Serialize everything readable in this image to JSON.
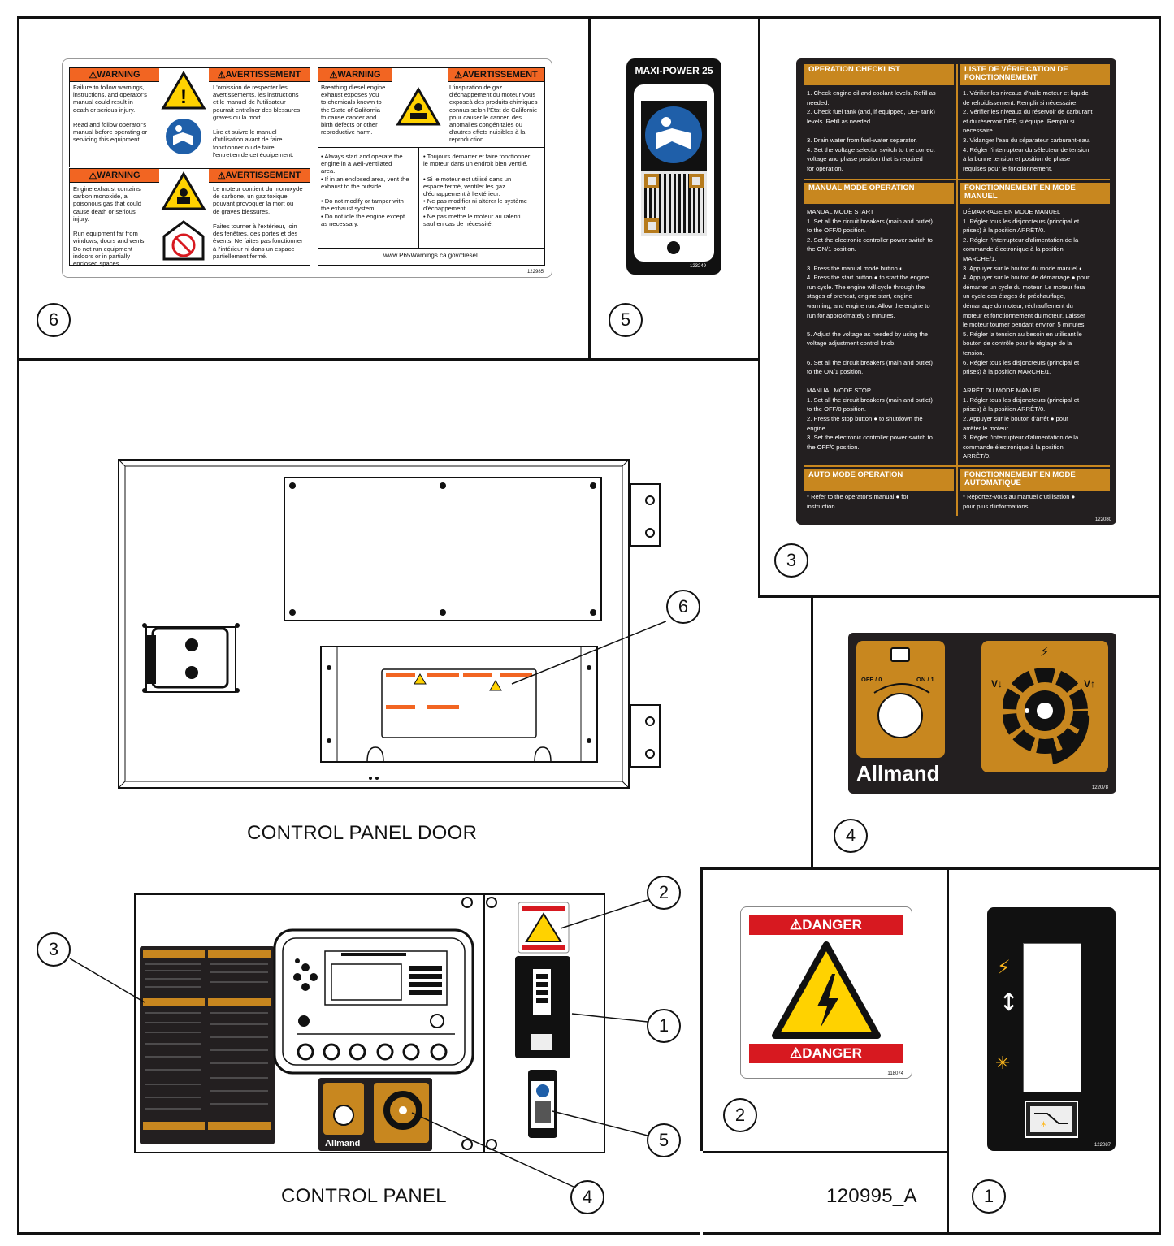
{
  "figure_id": "120995_A",
  "callouts": [
    "1",
    "2",
    "3",
    "4",
    "5",
    "6"
  ],
  "captions": {
    "door": "CONTROL PANEL DOOR",
    "panel": "CONTROL PANEL"
  },
  "warning_decal": {
    "part_no": "122985",
    "url": "www.P65Warnings.ca.gov/diesel.",
    "blocks": [
      {
        "head": "WARNING",
        "text": "Failure to follow warnings,\ninstructions, and operator's\nmanual could result in\ndeath or serious injury.\n\nRead and follow operator's\nmanual before operating or\nservicing this equipment."
      },
      {
        "head": "AVERTISSEMENT",
        "text": "L'omission de respecter les\navertissements, les instructions\net le manuel de l'utilisateur\npourrait entraîner des blessures\ngraves ou la mort.\n\nLire et suivre le manuel\nd'utilisation avant de faire\nfonctionner ou de faire\nl'entretien de cet équipement."
      },
      {
        "head": "WARNING",
        "text": "Engine exhaust contains\ncarbon monoxide, a\npoisonous gas that could\ncause death or serious\ninjury.\n\nRun equipment far from\nwindows, doors and vents.\nDo not run equipment\nindoors or in partially\nenclosed spaces."
      },
      {
        "head": "AVERTISSEMENT",
        "text": "Le moteur contient du monoxyde\nde carbone, un gaz toxique\npouvant provoquer la mort ou\nde graves blessures.\n\nFaites tourner à l'extérieur, loin\ndes fenêtres, des portes et des\névents. Ne faites pas fonctionner\nà l'intérieur ni dans un espace\npartiellement fermé."
      },
      {
        "head": "WARNING",
        "text": "Breathing diesel engine\nexhaust exposes you\nto chemicals known to\nthe State of California\nto cause cancer and\nbirth defects or other\nreproductive harm."
      },
      {
        "head": "AVERTISSEMENT",
        "text": "L'inspiration de gaz\nd'échappement du moteur vous\nexposeà des produits chimiques\nconnus selon l'État de Californie\npour causer le cancer, des\nanomalies congénitales ou\nd'autres effets nuisibles à la\nreproduction."
      },
      {
        "head": "",
        "text": "• Always start and operate the\nengine in a well-ventilated\narea.\n• If in an enclosed area, vent the\nexhaust to the outside.\n\n• Do not modify or tamper with\nthe exhaust system.\n• Do not idle the engine except\nas necessary."
      },
      {
        "head": "",
        "text": "• Toujours démarrer et faire fonctionner\nle moteur dans un endroit bien ventilé.\n\n• Si le moteur est utilisé dans un\nespace fermé, ventiler les gaz\nd'échappement à l'extérieur.\n• Ne pas modifier ni altérer le système\nd'échappement.\n• Ne pas mettre le moteur au ralenti\nsauf en cas de nécessité."
      }
    ]
  },
  "maxi_label": {
    "title": "MAXI-POWER 25",
    "part_no": "123249"
  },
  "checklist": {
    "part_no": "122080",
    "sections": [
      {
        "head": "OPERATION CHECKLIST",
        "text": "1. Check engine oil and coolant levels. Refill as\n    needed.\n2. Check fuel tank (and, if equipped, DEF tank)\n    levels. Refill as needed.\n\n3. Drain water from fuel-water separator.\n4. Set the voltage selector switch to the correct\n    voltage and phase position that is required\n    for operation."
      },
      {
        "head": "LISTE DE VÉRIFICATION DE\nFONCTIONNEMENT",
        "text": "1. Vérifier les niveaux d'huile moteur et liquide\n    de refroidissement. Remplir si nécessaire.\n2. Vérifier les niveaux du réservoir de carburant\n    et du réservoir DEF, si équipé. Remplir si\n    nécessaire.\n3. Vidanger l'eau du séparateur carburant-eau.\n4. Régler l'interrupteur du sélecteur de tension\n    à la bonne tension et position de phase\n    requises pour le fonctionnement."
      },
      {
        "head": "MANUAL MODE OPERATION",
        "text": "MANUAL MODE START\n1. Set all the circuit breakers (main and outlet)\n    to the OFF/0 position.\n2. Set the electronic controller power switch to\n    the ON/1 position.\n\n3. Press the manual mode button ◐.\n4. Press the start button ● to start the engine\n    run cycle. The engine will cycle through the\n    stages of preheat, engine start, engine\n    warming, and engine run.  Allow the engine to\n    run for approximately 5 minutes.\n\n5. Adjust the voltage as needed by using the\n    voltage adjustment control knob.\n\n6. Set all the circuit breakers (main and outlet)\n    to the ON/1 position.\n\nMANUAL MODE STOP\n1. Set all the circuit breakers (main and outlet)\n    to the OFF/0 position.\n2. Press the stop button ● to shutdown the\n    engine.\n3. Set the electronic controller power switch to\n    the OFF/0 position."
      },
      {
        "head": "FONCTIONNEMENT EN MODE\nMANUEL",
        "text": "DÉMARRAGE EN MODE MANUEL\n1. Régler tous les disjoncteurs (principal et\n    prises) à la position ARRÊT/0.\n2. Régler l'interrupteur d'alimentation de la\n    commande électronique à la position\n    MARCHE/1.\n3. Appuyer sur le bouton du mode manuel ◐.\n4. Appuyer sur le bouton de démarrage ● pour\n    démarrer un cycle du moteur. Le moteur fera\n    un cycle des étages de préchauffage,\n    démarrage du moteur, réchauffement du\n    moteur et fonctionnement du moteur.  Laisser\n    le moteur tourner pendant environ 5 minutes.\n5. Régler la tension au besoin en utilisant le\n    bouton de contrôle pour le réglage de la\n    tension.\n6. Régler tous les disjoncteurs (principal et\n    prises) à la position MARCHE/1.\n\nARRÊT DU MODE MANUEL\n1. Régler tous les disjoncteurs (principal et\n    prises) à la position ARRÊT/0.\n2. Appuyer sur le bouton d'arrêt ● pour\n    arrêter le moteur.\n3. Régler l'interrupteur d'alimentation de la\n    commande électronique à la position\n    ARRÊT/0."
      },
      {
        "head": "AUTO MODE OPERATION",
        "text": "*  Refer to the operator's manual ● for\n    instruction."
      },
      {
        "head": "FONCTIONNEMENT EN MODE\nAUTOMATIQUE",
        "text": "*  Reportez-vous au manuel d'utilisation ●\n    pour plus d'informations."
      }
    ]
  },
  "switch_label": {
    "part_no": "122078",
    "off": "OFF / 0",
    "on": "ON / 1",
    "v_down": "V↓",
    "v_up": "V↑",
    "brand": "Allmand"
  },
  "danger_label": {
    "part_no": "118074",
    "word": "DANGER"
  },
  "indicator_label": {
    "part_no": "122087"
  }
}
